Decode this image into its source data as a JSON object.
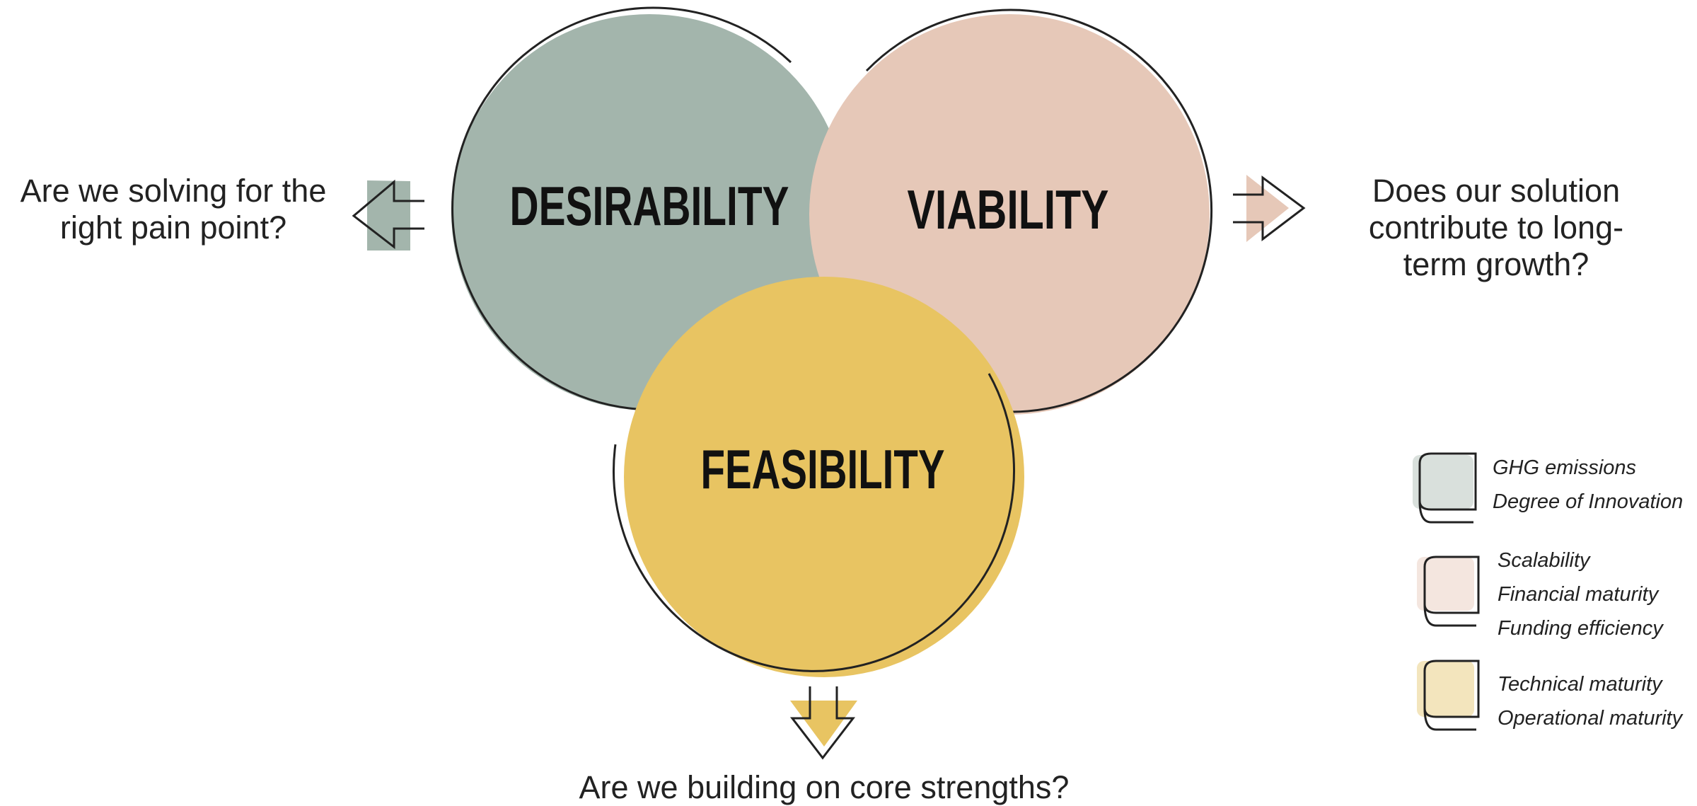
{
  "circles": {
    "desirability": {
      "label": "DESIRABILITY",
      "color": "#a3b5ac"
    },
    "viability": {
      "label": "VIABILITY",
      "color": "#e6c8b8"
    },
    "feasibility": {
      "label": "FEASIBILITY",
      "color": "#e8c462"
    }
  },
  "questions": {
    "desirability": "Are we solving for the\nright pain point?",
    "viability": "Does our solution\ncontribute to long-\nterm growth?",
    "feasibility": "Are we building on core strengths?"
  },
  "legend": {
    "desirability": {
      "color": "#d9e0dc",
      "items": [
        "GHG emissions",
        "Degree of Innovation"
      ]
    },
    "viability": {
      "color": "#f4e6df",
      "items": [
        "Scalability",
        "Financial maturity",
        "Funding efficiency"
      ]
    },
    "feasibility": {
      "color": "#f3e5bd",
      "items": [
        "Technical maturity",
        "Operational maturity"
      ]
    }
  },
  "colors": {
    "outline": "#222222"
  }
}
